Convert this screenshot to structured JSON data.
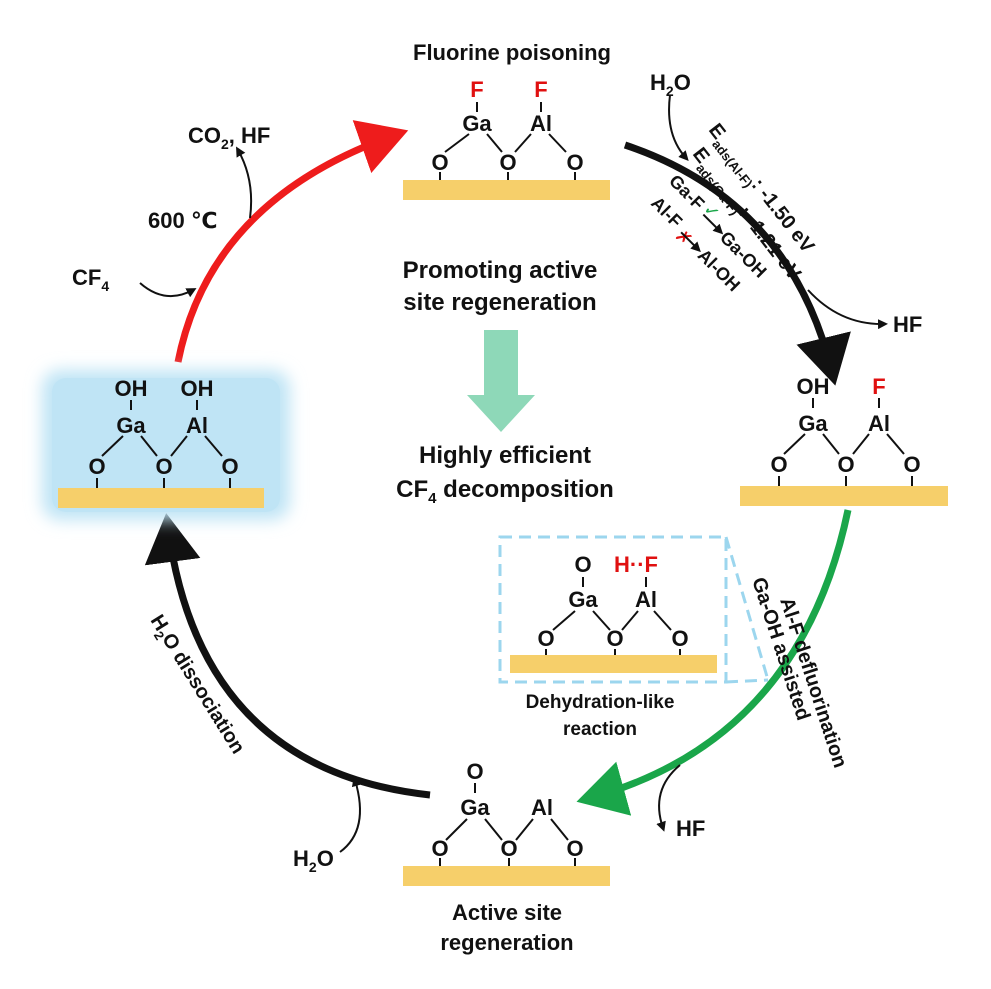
{
  "titles": {
    "top": "Fluorine poisoning",
    "bottom_line1": "Active site",
    "bottom_line2": "regeneration"
  },
  "center": {
    "line1": "Promoting active",
    "line2": "site regeneration",
    "line3": "Highly efficient",
    "line4_main": "CF",
    "line4_sub": "4",
    "line4_rest": " decomposition"
  },
  "atoms": {
    "ga": "Ga",
    "al": "Al",
    "o": "O",
    "oh": "OH",
    "f": "F",
    "hf_bond": "H··F"
  },
  "reactants": {
    "h2o_main": "H",
    "h2o_sub": "2",
    "h2o_rest": "O",
    "hf": "HF",
    "co2_main": "CO",
    "co2_sub": "2",
    "co2_rest": ", HF",
    "cf4_main": "CF",
    "cf4_sub": "4",
    "temp": "600 ℃"
  },
  "energies": {
    "al_e": "E",
    "al_sub": "ads(Al-F)",
    "al_val": ": -1.50 eV",
    "ga_e": "E",
    "ga_sub": "ads(Ga-F)",
    "ga_val": ": -1.21 eV",
    "gaf": "Ga-F",
    "gaoh": "Ga-OH",
    "alf": "Al-F",
    "aloh": "Al-OH",
    "check": "✓",
    "cross": "✗"
  },
  "labels": {
    "green_line1": "Ga-OH assisted",
    "green_line2": "Al-F defluorination",
    "inset_line1": "Dehydration-like",
    "inset_line2": "reaction",
    "h2o_diss_main": "H",
    "h2o_diss_sub": "2",
    "h2o_diss_rest": "O dissociation"
  },
  "colors": {
    "red": "#ee1c1c",
    "green": "#1aa64a",
    "black": "#111111",
    "substrate": "#f6cf6a",
    "glow": "#bfe4f5",
    "fluorine": "#e01010",
    "arrow_pale": "#8ed8b8",
    "dash": "#9cd6ee"
  }
}
